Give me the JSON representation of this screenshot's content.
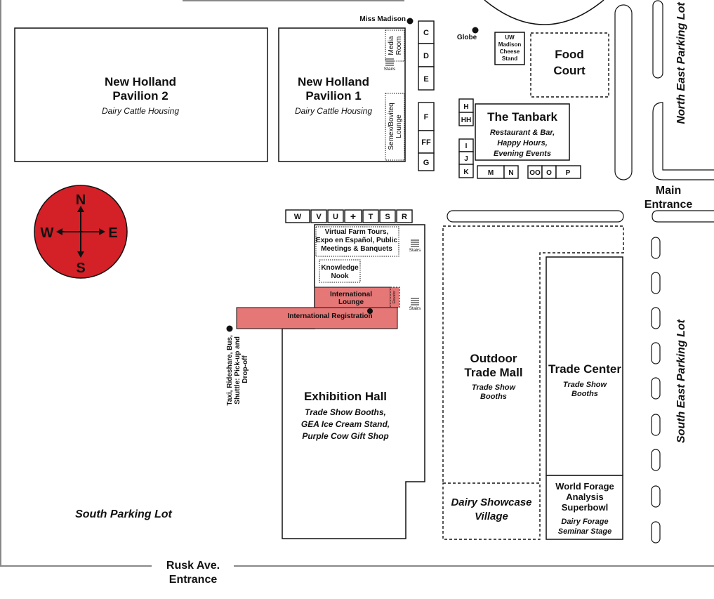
{
  "buildings": {
    "nh2": {
      "name_line1": "New Holland",
      "name_line2": "Pavilion 2",
      "subtitle": "Dairy Cattle Housing"
    },
    "nh1": {
      "name_line1": "New Holland",
      "name_line2": "Pavilion 1",
      "subtitle": "Dairy Cattle Housing"
    },
    "media_room": {
      "line1": "Media",
      "line2": "Room"
    },
    "semex": {
      "line1": "Semex/Boviteq",
      "line2": "Lounge"
    },
    "cheese": {
      "line1": "UW",
      "line2": "Madison",
      "line3": "Cheese",
      "line4": "Stand"
    },
    "food_court": {
      "line1": "Food",
      "line2": "Court"
    },
    "tanbark": {
      "name": "The Tanbark",
      "line1": "Restaurant & Bar,",
      "line2": "Happy Hours,",
      "line3": "Evening Events"
    },
    "virtual": {
      "line1": "Virtual Farm Tours,",
      "line2": "Expo en Español, Public",
      "line3": "Meetings & Banquets"
    },
    "knowledge": {
      "line1": "Knowledge",
      "line2": "Nook"
    },
    "intl_lounge": {
      "line1": "International",
      "line2": "Lounge"
    },
    "elevator": "Elevator",
    "intl_reg": "International Registration",
    "exhibition": {
      "name": "Exhibition Hall",
      "line1": "Trade Show Booths,",
      "line2": "GEA Ice Cream Stand,",
      "line3": "Purple Cow Gift Shop"
    },
    "outdoor": {
      "line1": "Outdoor",
      "line2": "Trade Mall",
      "sub1": "Trade Show",
      "sub2": "Booths"
    },
    "trade_center": {
      "name": "Trade Center",
      "sub1": "Trade Show",
      "sub2": "Booths"
    },
    "forage": {
      "line1": "World Forage",
      "line2": "Analysis",
      "line3": "Superbowl",
      "sub1": "Dairy Forage",
      "sub2": "Seminar Stage"
    },
    "showcase": {
      "line1": "Dairy Showcase",
      "line2": "Village"
    }
  },
  "stalls": {
    "col1": [
      "C",
      "D",
      "E"
    ],
    "col2": [
      "F",
      "FF",
      "G"
    ],
    "col3": [
      "H",
      "HH"
    ],
    "col4": [
      "I",
      "J",
      "K"
    ],
    "row_mn": [
      "M",
      "N"
    ],
    "row_op": [
      "OO",
      "O",
      "P"
    ],
    "row_top": [
      "W",
      "V",
      "U",
      "+",
      "T",
      "S",
      "R"
    ]
  },
  "points": {
    "miss_madison": "Miss Madison",
    "globe": "Globe",
    "stairs": "Stairs",
    "taxi": {
      "line1": "Taxi, Rideshare, Bus,",
      "line2": "Shuttle: Pick-up and",
      "line3": "Drop-off"
    }
  },
  "compass": {
    "n": "N",
    "s": "S",
    "e": "E",
    "w": "W",
    "color": "#d42027"
  },
  "labels": {
    "ne_parking": "North East Parking Lot",
    "se_parking": "South East Parking Lot",
    "main_entrance_1": "Main",
    "main_entrance_2": "Entrance",
    "south_parking": "South Parking Lot",
    "rusk_1": "Rusk Ave.",
    "rusk_2": "Entrance"
  },
  "colors": {
    "highlight": "#e57777",
    "compass": "#d42027"
  }
}
